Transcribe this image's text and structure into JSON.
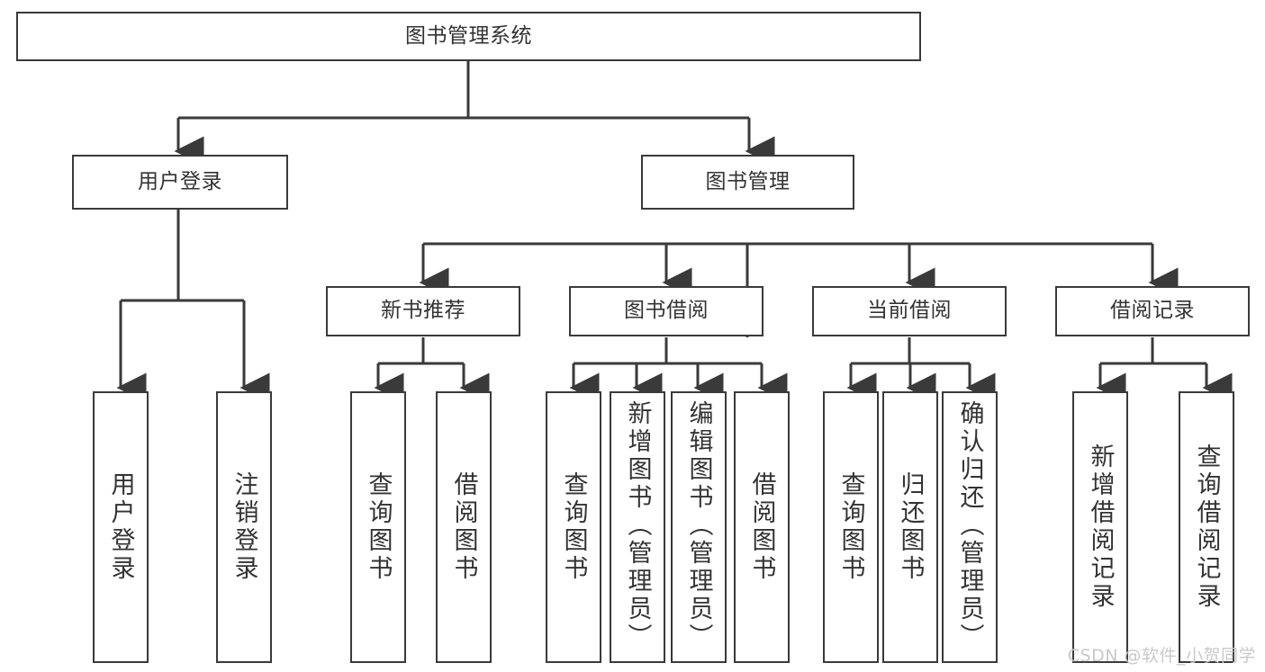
{
  "diagram": {
    "title": "图书管理系统",
    "type": "tree-hierarchy-diagram",
    "colors": {
      "box_border": "#3a3a3a",
      "box_fill": "#ffffff",
      "text": "#333333",
      "edge": "#3a3a3a",
      "watermark": "#c9c9c9",
      "background": "#ffffff"
    },
    "nodes": {
      "root": {
        "label": "图书管理系统"
      },
      "level1": [
        {
          "id": "user-login",
          "label": "用户登录"
        },
        {
          "id": "book-management",
          "label": "图书管理"
        }
      ],
      "level2": [
        {
          "id": "new-book-recommend",
          "label": "新书推荐"
        },
        {
          "id": "book-borrow",
          "label": "图书借阅"
        },
        {
          "id": "current-borrow",
          "label": "当前借阅"
        },
        {
          "id": "borrow-record",
          "label": "借阅记录"
        }
      ],
      "leaves": {
        "user_login": [
          {
            "id": "login",
            "label": "用户登录"
          },
          {
            "id": "logout",
            "label": "注销登录"
          }
        ],
        "new_book_recommend": [
          {
            "id": "query-book-1",
            "label": "查询图书"
          },
          {
            "id": "borrow-book-1",
            "label": "借阅图书"
          }
        ],
        "book_borrow": [
          {
            "id": "query-book-2",
            "label": "查询图书"
          },
          {
            "id": "add-book",
            "label": "新增图书（管理员）"
          },
          {
            "id": "edit-book",
            "label": "编辑图书（管理员）"
          },
          {
            "id": "borrow-book-2",
            "label": "借阅图书"
          }
        ],
        "current_borrow": [
          {
            "id": "query-book-3",
            "label": "查询图书"
          },
          {
            "id": "return-book",
            "label": "归还图书"
          },
          {
            "id": "confirm-return",
            "label": "确认归还（管理员）"
          }
        ],
        "borrow_record": [
          {
            "id": "add-borrow-record",
            "label": "新增借阅记录"
          },
          {
            "id": "query-borrow-record",
            "label": "查询借阅记录"
          }
        ]
      }
    },
    "watermark": "CSDN @软件_小贺同学"
  }
}
